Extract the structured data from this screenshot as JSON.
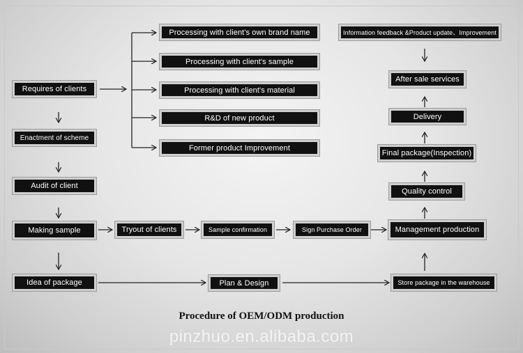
{
  "title": "Procedure of OEM/ODM production",
  "watermark": "pinzhuo.en.alibaba.com",
  "boxes": {
    "requires": "Requires of clients",
    "enactment": "Enactment of scheme",
    "audit": "Audit of client",
    "making_sample": "Making sample",
    "idea_package": "Idea of package",
    "brand_name": "Processing with client's own brand name",
    "client_sample": "Processing with client's sample",
    "client_material": "Processing with client's material",
    "rnd": "R&D   of   new   product",
    "former_product": "Former   product Improvement",
    "tryout": "Tryout of clients",
    "sample_confirm": "Sample confirmation",
    "sign_order": "Sign Purchase Order",
    "plan_design": "Plan & Design",
    "management": "Management production",
    "store_package": "Store package in the warehouse",
    "quality": "Quality control",
    "final_package": "Final package(Inspection)",
    "delivery": "Delivery",
    "after_sale": "After sale services",
    "info_feedback": "Information feedback &Product update、Improvement"
  },
  "colors": {
    "box_fill": "#111111",
    "box_text": "#ffffff",
    "line": "#222222"
  }
}
